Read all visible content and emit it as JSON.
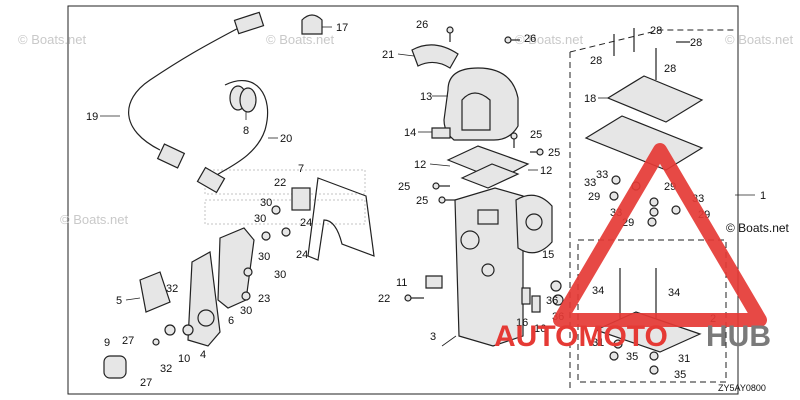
{
  "watermark": "© Boats.net",
  "brand_text": {
    "part1": "AUTOMOTO",
    "part2": "HUB"
  },
  "diagram_code": "ZY5AY0800",
  "callouts": {
    "c1": "1",
    "c2": "2",
    "c3": "3",
    "c4": "4",
    "c5": "5",
    "c6": "6",
    "c7": "7",
    "c8": "8",
    "c9": "9",
    "c10": "10",
    "c11": "11",
    "c12a": "12",
    "c12b": "12",
    "c13": "13",
    "c14": "14",
    "c15": "15",
    "c16a": "16",
    "c16b": "16",
    "c17": "17",
    "c18": "18",
    "c19": "19",
    "c20": "20",
    "c21": "21",
    "c22a": "22",
    "c22b": "22",
    "c23": "23",
    "c24a": "24",
    "c24b": "24",
    "c25a": "25",
    "c25b": "25",
    "c25c": "25",
    "c25d": "25",
    "c26a": "26",
    "c26b": "26",
    "c27a": "27",
    "c27b": "27",
    "c28a": "28",
    "c28b": "28",
    "c28c": "28",
    "c28d": "28",
    "c29a": "29",
    "c29b": "29",
    "c29c": "29",
    "c29d": "29",
    "c30a": "30",
    "c30b": "30",
    "c30c": "30",
    "c30d": "30",
    "c31a": "31",
    "c31b": "31",
    "c32a": "32",
    "c32b": "32",
    "c33a": "33",
    "c33b": "33",
    "c33c": "33",
    "c33d": "33",
    "c34a": "34",
    "c34b": "34",
    "c35a": "35",
    "c35b": "35",
    "c36a": "36",
    "c36b": "36"
  },
  "colors": {
    "brand_red": "#e53a35",
    "brand_gray": "#7a7a7a",
    "watermark_gray": "#c9c9c9"
  }
}
